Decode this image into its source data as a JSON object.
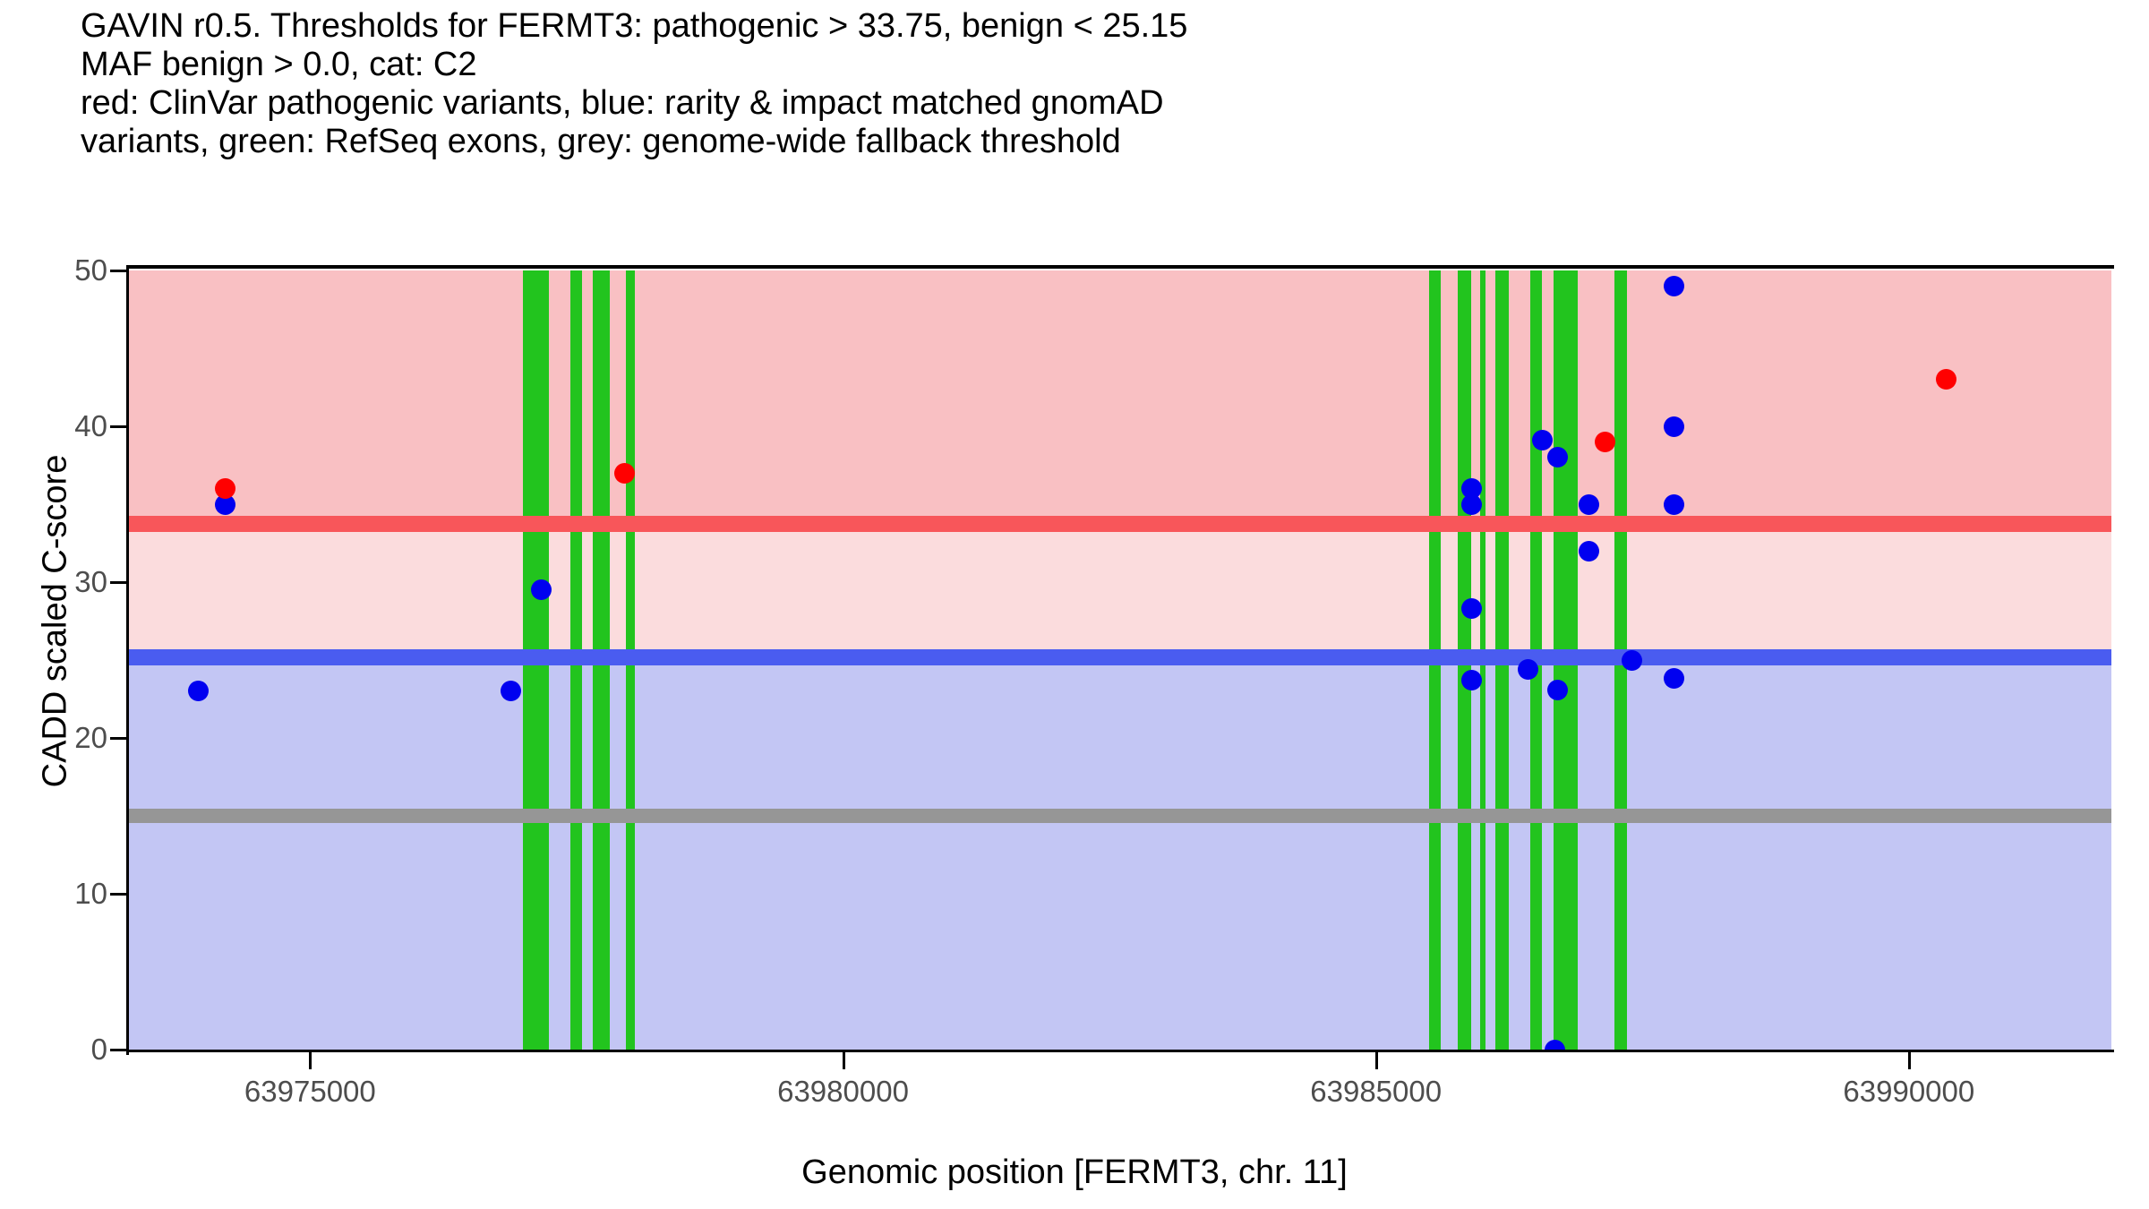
{
  "title": {
    "lines": [
      "GAVIN r0.5. Thresholds for FERMT3: pathogenic > 33.75, benign < 25.15",
      "MAF benign > 0.0, cat: C2",
      "red: ClinVar pathogenic variants, blue: rarity & impact matched gnomAD",
      "variants, green: RefSeq exons, grey: genome-wide fallback threshold"
    ]
  },
  "legend_text": {
    "red": "ClinVar pathogenic variants",
    "blue": "rarity & impact matched gnomAD variants",
    "green": "RefSeq exons",
    "grey": "genome-wide fallback threshold"
  },
  "colors": {
    "pathogenic_line": "#f8565a",
    "benign_line": "#4a5cf0",
    "fallback_line": "#969696",
    "pathogenic_band": "#f9c0c3",
    "ambiguous_band": "#fbdcdd",
    "benign_band": "#c3c6f4",
    "exon": "#22c41e",
    "clinvar_point": "#ff0000",
    "gnomad_point": "#0000f0",
    "axis": "#000000",
    "tick_label": "#4d4d4d"
  },
  "chart_data": {
    "type": "scatter",
    "title": "GAVIN r0.5. Thresholds for FERMT3: pathogenic > 33.75, benign < 25.15",
    "xlabel": "Genomic position [FERMT3, chr. 11]",
    "ylabel": "CADD scaled C-score",
    "gene": "FERMT3",
    "chromosome": "11",
    "gavin_release": "r0.5",
    "maf_benign": 0.0,
    "category": "C2",
    "xlim": [
      63973300,
      63991900
    ],
    "ylim": [
      0,
      50
    ],
    "xticks": [
      63975000,
      63980000,
      63985000,
      63990000
    ],
    "xtick_labels": [
      "63975000",
      "63980000",
      "63985000",
      "63990000"
    ],
    "yticks": [
      0,
      10,
      20,
      30,
      40,
      50
    ],
    "ytick_labels": [
      "0",
      "10",
      "20",
      "30",
      "40",
      "50"
    ],
    "grid": false,
    "legend_position": "none",
    "thresholds": {
      "pathogenic": 33.75,
      "benign": 25.15,
      "genome_wide_fallback": 15.0
    },
    "bands": [
      {
        "name": "pathogenic",
        "from": 33.75,
        "to": 50,
        "color": "#f9c0c3"
      },
      {
        "name": "ambiguous",
        "from": 25.15,
        "to": 33.75,
        "color": "#fbdcdd"
      },
      {
        "name": "benign",
        "from": 0,
        "to": 25.15,
        "color": "#c3c6f4"
      }
    ],
    "series": [
      {
        "name": "ClinVar pathogenic variants",
        "color": "#ff0000",
        "points": [
          {
            "x": 63974200,
            "y": 36.0
          },
          {
            "x": 63977950,
            "y": 37.0
          },
          {
            "x": 63987150,
            "y": 39.0
          },
          {
            "x": 63990350,
            "y": 43.0
          }
        ]
      },
      {
        "name": "rarity & impact matched gnomAD variants",
        "color": "#0000f0",
        "points": [
          {
            "x": 63974200,
            "y": 35.0
          },
          {
            "x": 63973950,
            "y": 23.0
          },
          {
            "x": 63977170,
            "y": 29.5
          },
          {
            "x": 63976880,
            "y": 23.0
          },
          {
            "x": 63985900,
            "y": 36.0
          },
          {
            "x": 63985900,
            "y": 35.0
          },
          {
            "x": 63985900,
            "y": 28.3
          },
          {
            "x": 63985900,
            "y": 23.7
          },
          {
            "x": 63986430,
            "y": 24.4
          },
          {
            "x": 63986560,
            "y": 39.1
          },
          {
            "x": 63986700,
            "y": 38.0
          },
          {
            "x": 63986700,
            "y": 23.1
          },
          {
            "x": 63986680,
            "y": 0.0
          },
          {
            "x": 63987000,
            "y": 35.0
          },
          {
            "x": 63987000,
            "y": 32.0
          },
          {
            "x": 63987400,
            "y": 25.0
          },
          {
            "x": 63987800,
            "y": 49.0
          },
          {
            "x": 63987800,
            "y": 40.0
          },
          {
            "x": 63987800,
            "y": 35.0
          },
          {
            "x": 63987800,
            "y": 23.8
          }
        ]
      }
    ],
    "exons": [
      {
        "start": 63977000,
        "end": 63977240
      },
      {
        "start": 63977440,
        "end": 63977550
      },
      {
        "start": 63977650,
        "end": 63977810
      },
      {
        "start": 63977960,
        "end": 63978050
      },
      {
        "start": 63985500,
        "end": 63985610
      },
      {
        "start": 63985770,
        "end": 63985890
      },
      {
        "start": 63985975,
        "end": 63986030
      },
      {
        "start": 63986120,
        "end": 63986250
      },
      {
        "start": 63986450,
        "end": 63986560
      },
      {
        "start": 63986665,
        "end": 63986895
      },
      {
        "start": 63987235,
        "end": 63987355
      }
    ]
  }
}
